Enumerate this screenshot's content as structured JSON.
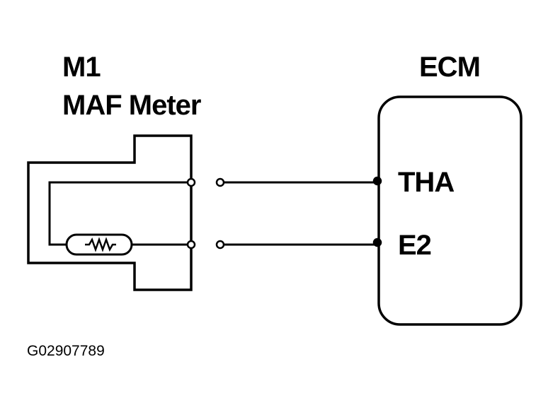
{
  "component": {
    "id": "M1",
    "name": "MAF Meter"
  },
  "ecm": {
    "name": "ECM",
    "pins": [
      "THA",
      "E2"
    ]
  },
  "figure_code": "G02907789",
  "colors": {
    "line": "#000000",
    "background": "#ffffff"
  }
}
